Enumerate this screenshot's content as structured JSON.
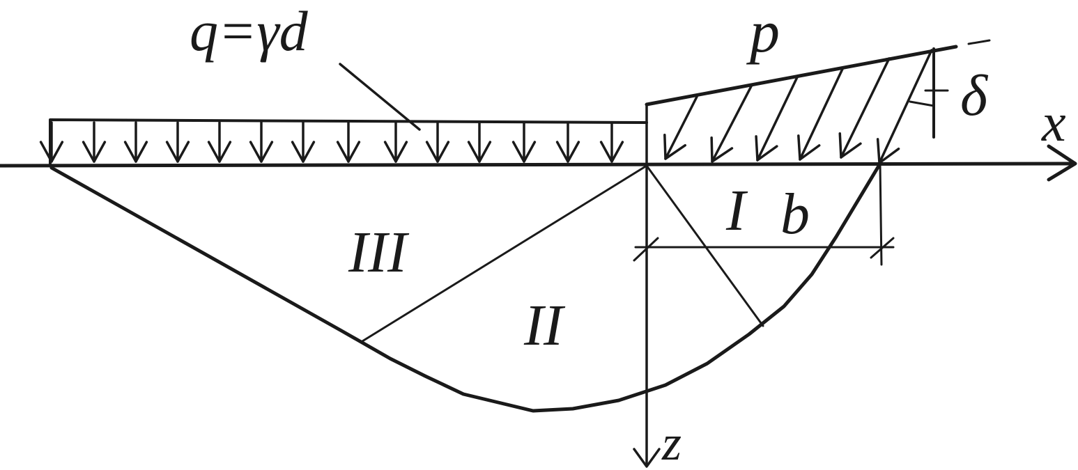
{
  "labels": {
    "surcharge": "q=γd",
    "load": "p",
    "angle": "δ",
    "x_axis": "x",
    "z_axis": "z",
    "zone_1": "I",
    "zone_2": "II",
    "zone_3": "III",
    "width": "b"
  },
  "colors": {
    "ink": "#1a1a1a",
    "background": "#ffffff"
  }
}
